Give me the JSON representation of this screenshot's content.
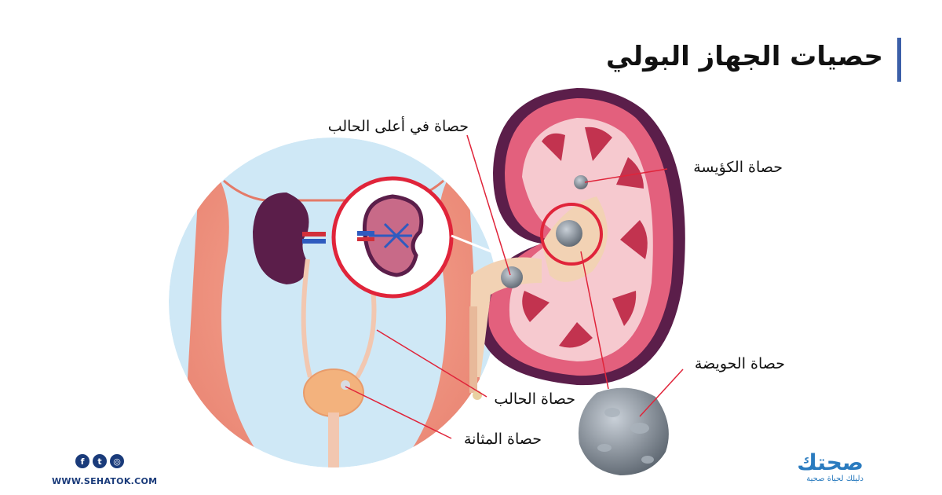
{
  "title": "حصيات الجهاز البولي",
  "labels": {
    "upper_ureter": "حصاة في أعلى الحالب",
    "calyx": "حصاة الكؤيسة",
    "pelvis": "حصاة الحويضة",
    "ureter": "حصاة الحالب",
    "bladder": "حصاة المثانة"
  },
  "footer": {
    "website": "WWW.SEHATOK.COM",
    "brand_name": "صحتك",
    "brand_tagline": "دليلك لحياة صحية",
    "social_icons": [
      "facebook-icon",
      "twitter-icon",
      "instagram-icon"
    ]
  },
  "colors": {
    "title_bar": "#3b5fa8",
    "callout_red": "#e0243a",
    "kidney_outer": "#5b1e4a",
    "brand_blue": "#2a7bbf"
  }
}
